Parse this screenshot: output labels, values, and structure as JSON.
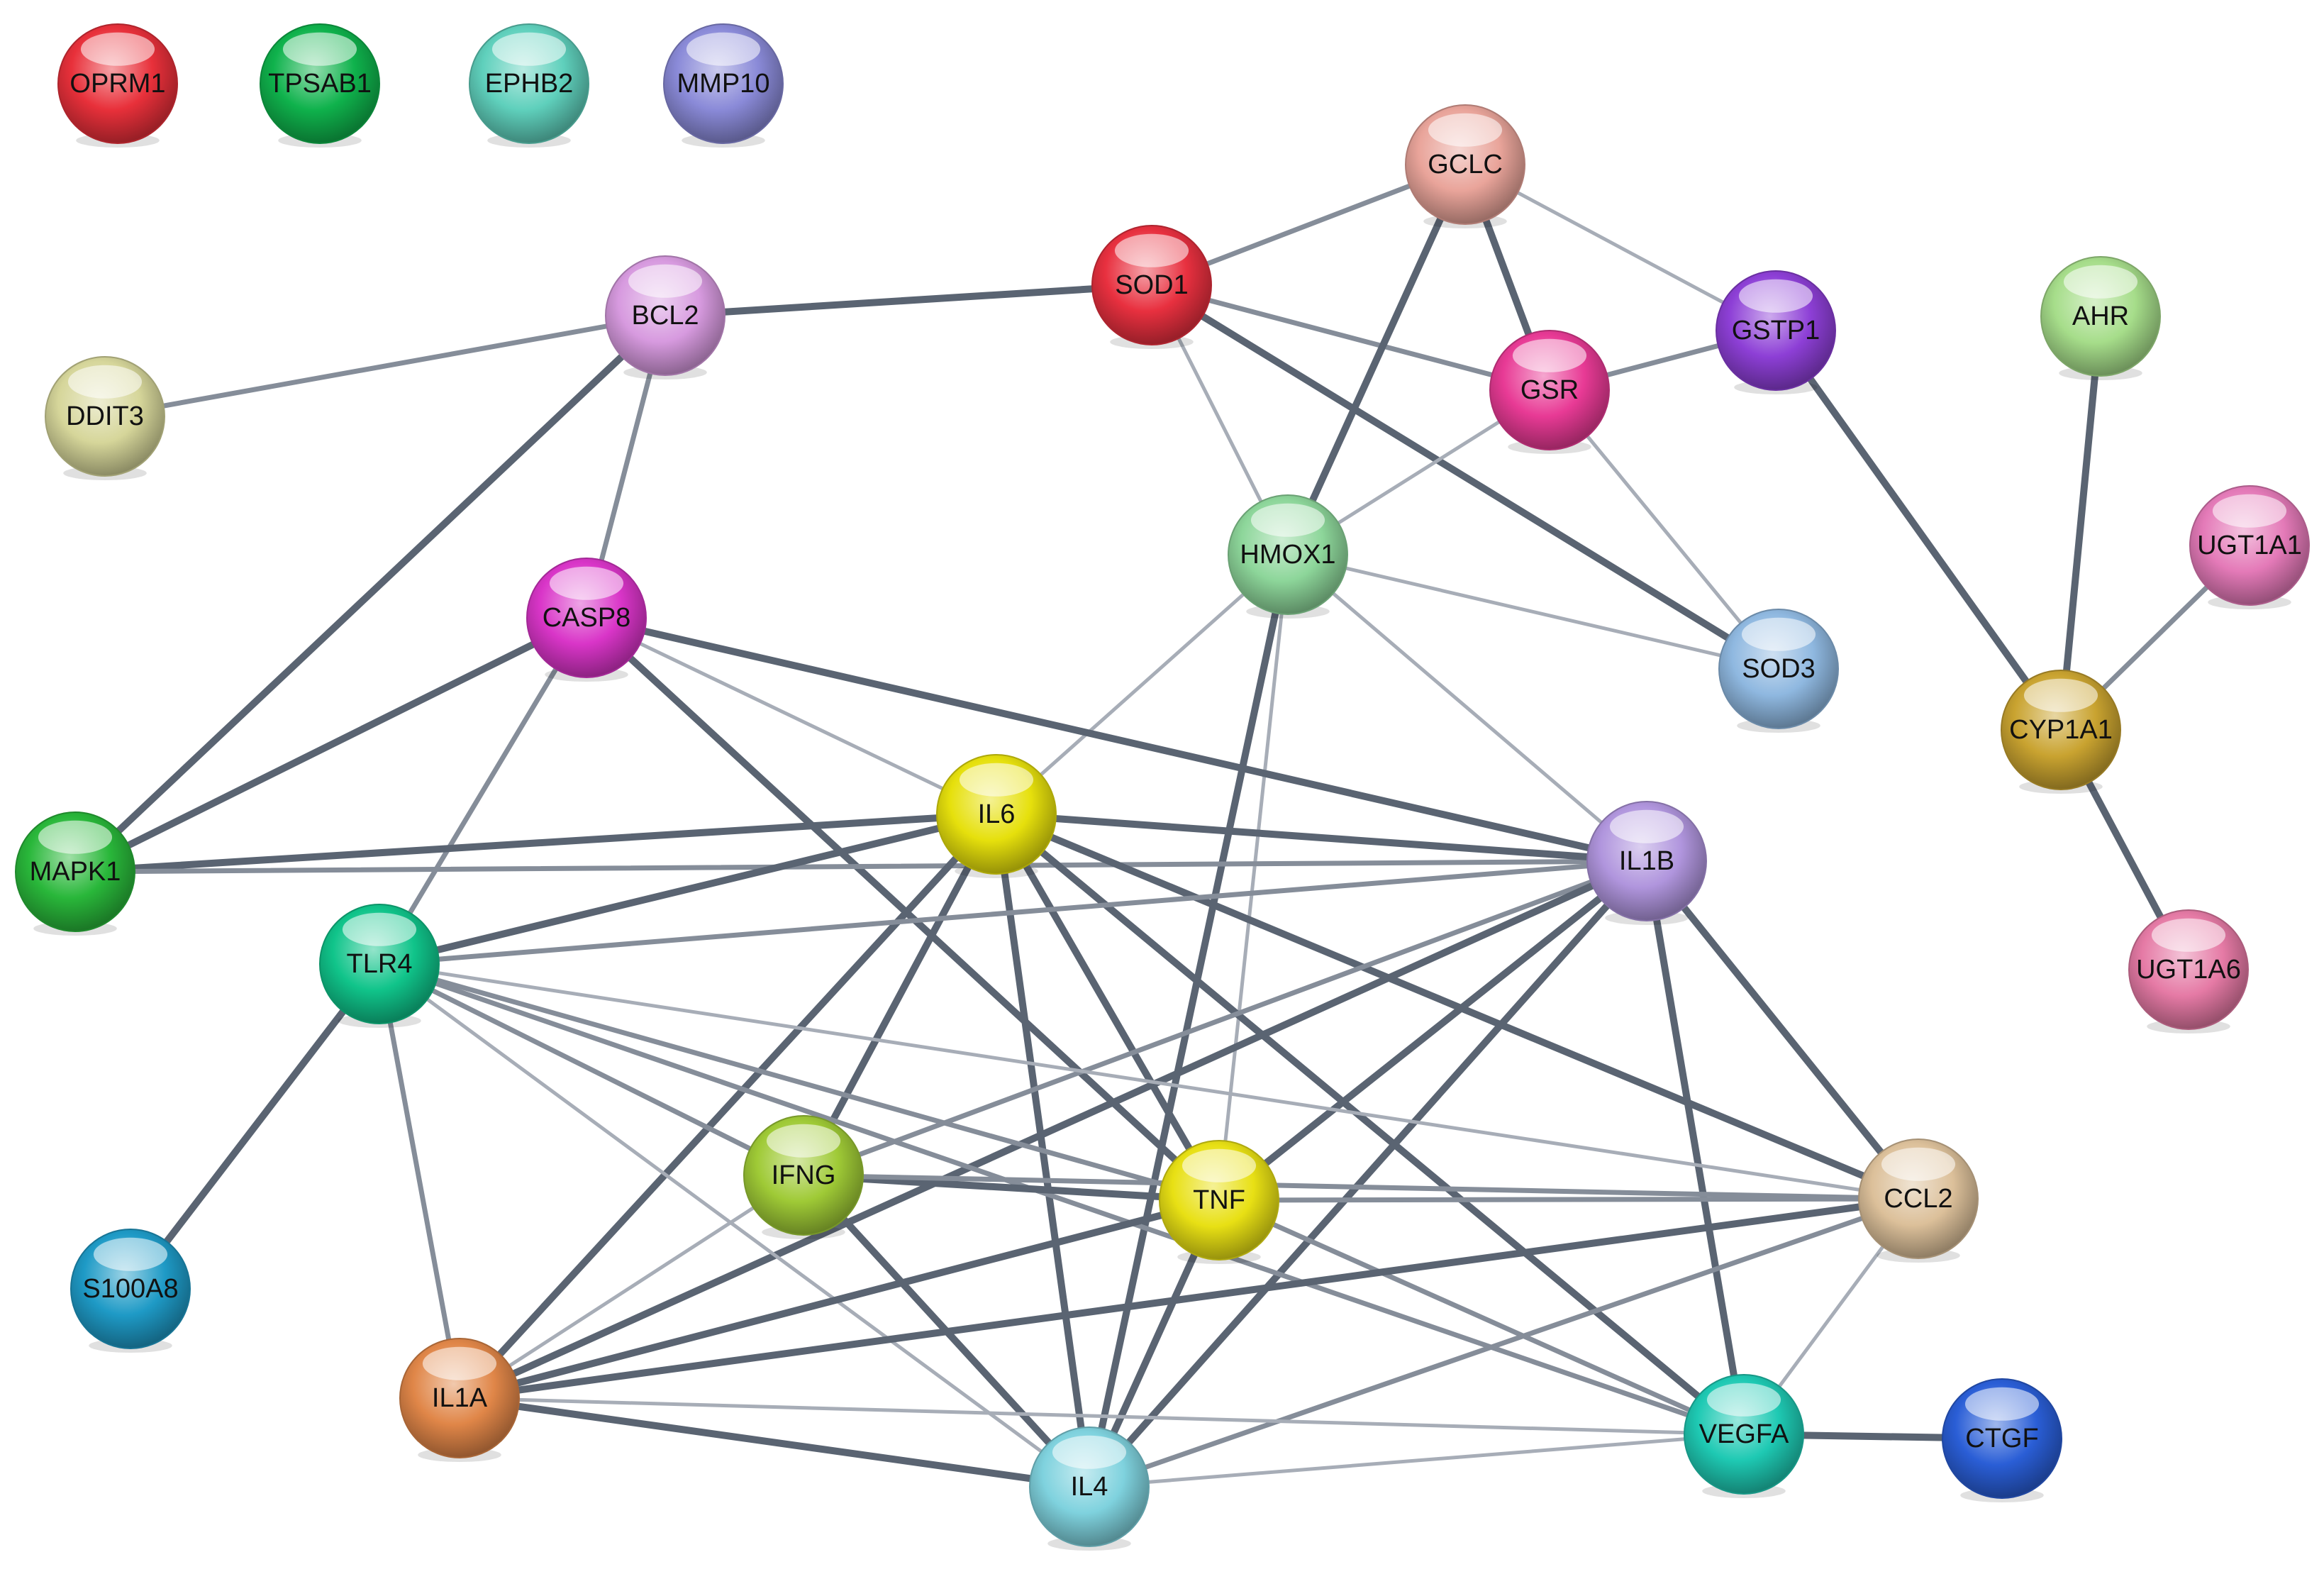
{
  "nodes": [
    {
      "id": "OPRM1",
      "label": "OPRM1",
      "color": "#e8303a"
    },
    {
      "id": "TPSAB1",
      "label": "TPSAB1",
      "color": "#0fb24c"
    },
    {
      "id": "EPHB2",
      "label": "EPHB2",
      "color": "#5fd0bc"
    },
    {
      "id": "MMP10",
      "label": "MMP10",
      "color": "#8a8ad8"
    },
    {
      "id": "GCLC",
      "label": "GCLC",
      "color": "#e9a49a"
    },
    {
      "id": "SOD1",
      "label": "SOD1",
      "color": "#e8303f"
    },
    {
      "id": "BCL2",
      "label": "BCL2",
      "color": "#d79adf"
    },
    {
      "id": "GSTP1",
      "label": "GSTP1",
      "color": "#8d3fd6"
    },
    {
      "id": "AHR",
      "label": "AHR",
      "color": "#a6dd8a"
    },
    {
      "id": "DDIT3",
      "label": "DDIT3",
      "color": "#d6d69a"
    },
    {
      "id": "GSR",
      "label": "GSR",
      "color": "#e83a95"
    },
    {
      "id": "UGT1A1",
      "label": "UGT1A1",
      "color": "#e47ab8"
    },
    {
      "id": "HMOX1",
      "label": "HMOX1",
      "color": "#8dd69a"
    },
    {
      "id": "CASP8",
      "label": "CASP8",
      "color": "#d935c8"
    },
    {
      "id": "SOD3",
      "label": "SOD3",
      "color": "#8fb8e0"
    },
    {
      "id": "CYP1A1",
      "label": "CYP1A1",
      "color": "#c9a330"
    },
    {
      "id": "IL6",
      "label": "IL6",
      "color": "#e6e00c"
    },
    {
      "id": "IL1B",
      "label": "IL1B",
      "color": "#b095dd"
    },
    {
      "id": "MAPK1",
      "label": "MAPK1",
      "color": "#29b73a"
    },
    {
      "id": "TLR4",
      "label": "TLR4",
      "color": "#10c48a"
    },
    {
      "id": "UGT1A6",
      "label": "UGT1A6",
      "color": "#e57aa5"
    },
    {
      "id": "IFNG",
      "label": "IFNG",
      "color": "#9fca36"
    },
    {
      "id": "TNF",
      "label": "TNF",
      "color": "#e8e014"
    },
    {
      "id": "CCL2",
      "label": "CCL2",
      "color": "#dcc09a"
    },
    {
      "id": "S100A8",
      "label": "S100A8",
      "color": "#1e9ac6"
    },
    {
      "id": "IL1A",
      "label": "IL1A",
      "color": "#e08648"
    },
    {
      "id": "VEGFA",
      "label": "VEGFA",
      "color": "#1ec9b3"
    },
    {
      "id": "CTGF",
      "label": "CTGF",
      "color": "#2a5ed6"
    },
    {
      "id": "IL4",
      "label": "IL4",
      "color": "#7fd2de"
    }
  ],
  "edges": [
    {
      "source": "BCL2",
      "target": "SOD1",
      "weight": 3
    },
    {
      "source": "BCL2",
      "target": "DDIT3",
      "weight": 2
    },
    {
      "source": "BCL2",
      "target": "CASP8",
      "weight": 2
    },
    {
      "source": "BCL2",
      "target": "MAPK1",
      "weight": 3
    },
    {
      "source": "SOD1",
      "target": "GCLC",
      "weight": 2
    },
    {
      "source": "SOD1",
      "target": "GSR",
      "weight": 2
    },
    {
      "source": "SOD1",
      "target": "HMOX1",
      "weight": 1
    },
    {
      "source": "SOD1",
      "target": "SOD3",
      "weight": 3
    },
    {
      "source": "GCLC",
      "target": "GSR",
      "weight": 3
    },
    {
      "source": "GCLC",
      "target": "GSTP1",
      "weight": 1
    },
    {
      "source": "GCLC",
      "target": "HMOX1",
      "weight": 3
    },
    {
      "source": "GSR",
      "target": "GSTP1",
      "weight": 2
    },
    {
      "source": "GSR",
      "target": "HMOX1",
      "weight": 1
    },
    {
      "source": "GSR",
      "target": "SOD3",
      "weight": 1
    },
    {
      "source": "GSTP1",
      "target": "CYP1A1",
      "weight": 3
    },
    {
      "source": "AHR",
      "target": "CYP1A1",
      "weight": 3
    },
    {
      "source": "UGT1A1",
      "target": "CYP1A1",
      "weight": 2
    },
    {
      "source": "CYP1A1",
      "target": "UGT1A6",
      "weight": 3
    },
    {
      "source": "HMOX1",
      "target": "SOD3",
      "weight": 1
    },
    {
      "source": "HMOX1",
      "target": "IL6",
      "weight": 1
    },
    {
      "source": "HMOX1",
      "target": "IL1B",
      "weight": 1
    },
    {
      "source": "HMOX1",
      "target": "TNF",
      "weight": 1
    },
    {
      "source": "HMOX1",
      "target": "IL4",
      "weight": 3
    },
    {
      "source": "CASP8",
      "target": "MAPK1",
      "weight": 3
    },
    {
      "source": "CASP8",
      "target": "TLR4",
      "weight": 2
    },
    {
      "source": "CASP8",
      "target": "IL6",
      "weight": 1
    },
    {
      "source": "CASP8",
      "target": "IL1B",
      "weight": 3
    },
    {
      "source": "CASP8",
      "target": "TNF",
      "weight": 3
    },
    {
      "source": "MAPK1",
      "target": "IL6",
      "weight": 3
    },
    {
      "source": "MAPK1",
      "target": "IL1B",
      "weight": 2
    },
    {
      "source": "IL6",
      "target": "TLR4",
      "weight": 3
    },
    {
      "source": "IL6",
      "target": "IL1B",
      "weight": 3
    },
    {
      "source": "IL6",
      "target": "IFNG",
      "weight": 3
    },
    {
      "source": "IL6",
      "target": "TNF",
      "weight": 3
    },
    {
      "source": "IL6",
      "target": "CCL2",
      "weight": 3
    },
    {
      "source": "IL6",
      "target": "IL1A",
      "weight": 3
    },
    {
      "source": "IL6",
      "target": "VEGFA",
      "weight": 3
    },
    {
      "source": "IL6",
      "target": "IL4",
      "weight": 3
    },
    {
      "source": "IL1B",
      "target": "TLR4",
      "weight": 2
    },
    {
      "source": "IL1B",
      "target": "IFNG",
      "weight": 2
    },
    {
      "source": "IL1B",
      "target": "TNF",
      "weight": 3
    },
    {
      "source": "IL1B",
      "target": "CCL2",
      "weight": 3
    },
    {
      "source": "IL1B",
      "target": "IL1A",
      "weight": 3
    },
    {
      "source": "IL1B",
      "target": "VEGFA",
      "weight": 3
    },
    {
      "source": "IL1B",
      "target": "IL4",
      "weight": 3
    },
    {
      "source": "TLR4",
      "target": "S100A8",
      "weight": 3
    },
    {
      "source": "TLR4",
      "target": "IL1A",
      "weight": 2
    },
    {
      "source": "TLR4",
      "target": "IFNG",
      "weight": 2
    },
    {
      "source": "TLR4",
      "target": "TNF",
      "weight": 2
    },
    {
      "source": "TLR4",
      "target": "CCL2",
      "weight": 1
    },
    {
      "source": "TLR4",
      "target": "IL4",
      "weight": 1
    },
    {
      "source": "TLR4",
      "target": "VEGFA",
      "weight": 2
    },
    {
      "source": "IFNG",
      "target": "TNF",
      "weight": 3
    },
    {
      "source": "IFNG",
      "target": "CCL2",
      "weight": 2
    },
    {
      "source": "IFNG",
      "target": "IL1A",
      "weight": 1
    },
    {
      "source": "IFNG",
      "target": "IL4",
      "weight": 3
    },
    {
      "source": "TNF",
      "target": "CCL2",
      "weight": 2
    },
    {
      "source": "TNF",
      "target": "IL1A",
      "weight": 3
    },
    {
      "source": "TNF",
      "target": "VEGFA",
      "weight": 2
    },
    {
      "source": "TNF",
      "target": "IL4",
      "weight": 3
    },
    {
      "source": "CCL2",
      "target": "IL1A",
      "weight": 3
    },
    {
      "source": "CCL2",
      "target": "VEGFA",
      "weight": 1
    },
    {
      "source": "CCL2",
      "target": "IL4",
      "weight": 2
    },
    {
      "source": "IL1A",
      "target": "IL4",
      "weight": 3
    },
    {
      "source": "IL1A",
      "target": "VEGFA",
      "weight": 1
    },
    {
      "source": "VEGFA",
      "target": "IL4",
      "weight": 1
    },
    {
      "source": "VEGFA",
      "target": "CTGF",
      "weight": 3
    }
  ]
}
